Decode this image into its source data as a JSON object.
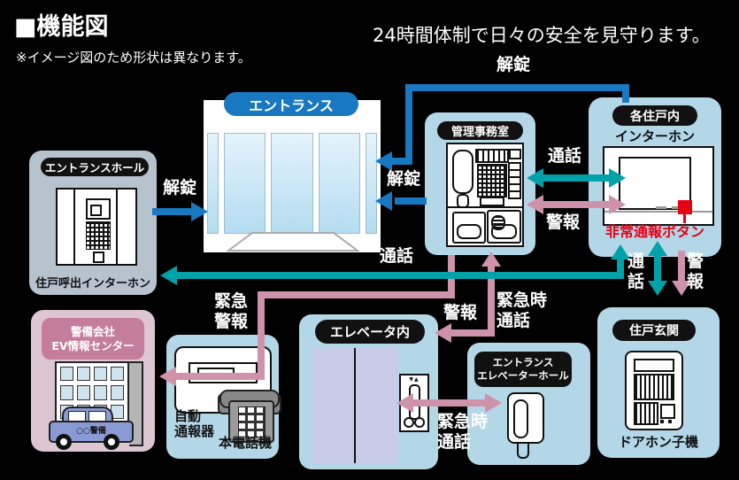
{
  "header": {
    "title": "■機能図",
    "note": "※イメージ図のため形状は異なります。",
    "tagline": "24時間体制で日々の安全を見守ります。"
  },
  "colors": {
    "background": "#000000",
    "unlock_blue": "#1878c2",
    "call_teal": "#00a2aa",
    "alarm_pink": "#cf92ab",
    "emergency_red": "#e60012",
    "node_blue": "#b4d7e8",
    "hall_gray_blue": "#b6c2ce",
    "security_bg": "#dcc6d2",
    "security_label_bg": "#c57d9d",
    "elevator_door": "#c9cce6"
  },
  "boxes": {
    "entrance": {
      "label": "エントランス"
    },
    "hall": {
      "label": "エントランスホール",
      "caption": "住戸呼出インターホン"
    },
    "office": {
      "label": "管理事務室"
    },
    "dwelling": {
      "label": "各住戸内",
      "subtitle": "インターホン",
      "emergency_button": "非常通報ボタン"
    },
    "security": {
      "label_line1": "警備会社",
      "label_line2": "EV情報センター",
      "car_text": "○○警備"
    },
    "reporter": {
      "caption_line1": "自動",
      "caption_line2": "通報器",
      "phone_caption": "本電話機"
    },
    "elevator": {
      "label": "エレベータ内"
    },
    "evhall": {
      "label_line1": "エントランス",
      "label_line2": "エレベーターホール"
    },
    "door": {
      "label": "住戸玄関",
      "caption": "ドアホン子機"
    }
  },
  "edges": {
    "unlock": "解錠",
    "call": "通話",
    "alarm": "警報",
    "emergency_alarm": [
      "緊急",
      "警報"
    ],
    "emergency_call": [
      "緊急時",
      "通話"
    ]
  }
}
